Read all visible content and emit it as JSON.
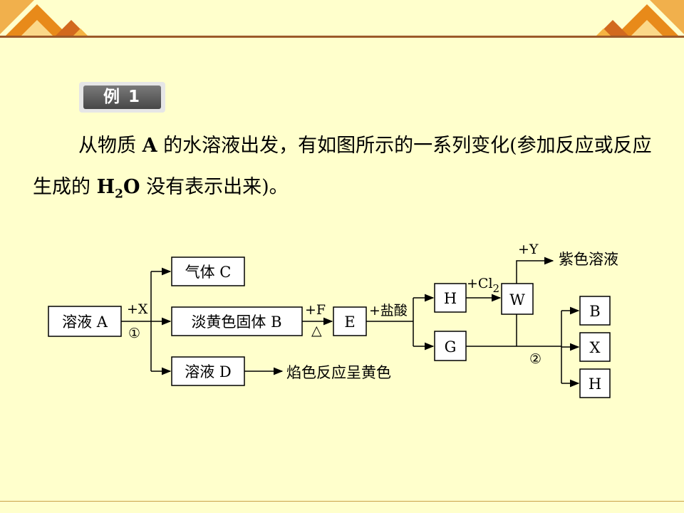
{
  "example_label": "例 1",
  "problem": {
    "part1": "从物质 ",
    "A": "A",
    "part2": " 的水溶液出发，有如图所示的一系列变化(参加反应或反应生成的 ",
    "H": "H",
    "sub2": "2",
    "O": "O",
    "part3": " 没有表示出来)。"
  },
  "diagram": {
    "boxes": {
      "A": "溶液 A",
      "C": "气体 C",
      "B_solid": "淡黄色固体 B",
      "D": "溶液 D",
      "E": "E",
      "H_top": "H",
      "W": "W",
      "G": "G",
      "B_out": "B",
      "X_out": "X",
      "H_out": "H"
    },
    "labels": {
      "plusX": "+X",
      "step1": "①",
      "plusF": "+F",
      "heat": "△",
      "hcl": "+盐酸",
      "cl2": "+Cl",
      "cl2_sub": "2",
      "plusY": "+Y",
      "purple": "紫色溶液",
      "flame": "焰色反应呈黄色",
      "step2": "②"
    }
  }
}
